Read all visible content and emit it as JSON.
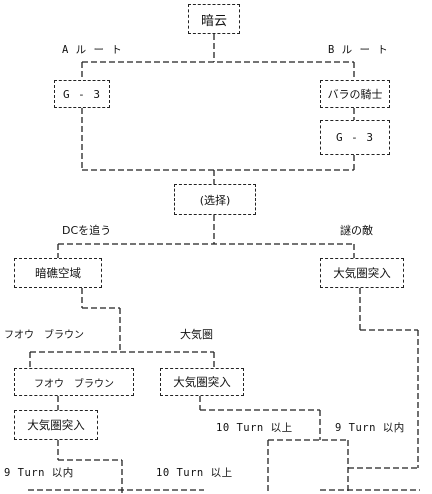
{
  "nodes": {
    "root": "暗云",
    "a_g3": "G - 3",
    "b_knight": "バラの騎士",
    "b_g3": "G - 3",
    "select": "(选择)",
    "dark_reef": "暗礁空域",
    "atmo_right": "大気圏突入",
    "fao_bran": "フオウ　ブラウン",
    "atmo_mid": "大気圏突入",
    "atmo_left": "大気圏突入"
  },
  "labels": {
    "route_a": "A ル ー ト",
    "route_b": "B ル ー ト",
    "chase_dc": "DCを追う",
    "mystery_enemy": "謎の敵",
    "fao_bran_branch": "フオウ　ブラウン",
    "atmosphere": "大気圏",
    "turn10_right": "10 Turn 以上",
    "turn9_right": "9 Turn 以内",
    "turn9_left": "9 Turn 以内",
    "turn10_left": "10 Turn 以上"
  }
}
